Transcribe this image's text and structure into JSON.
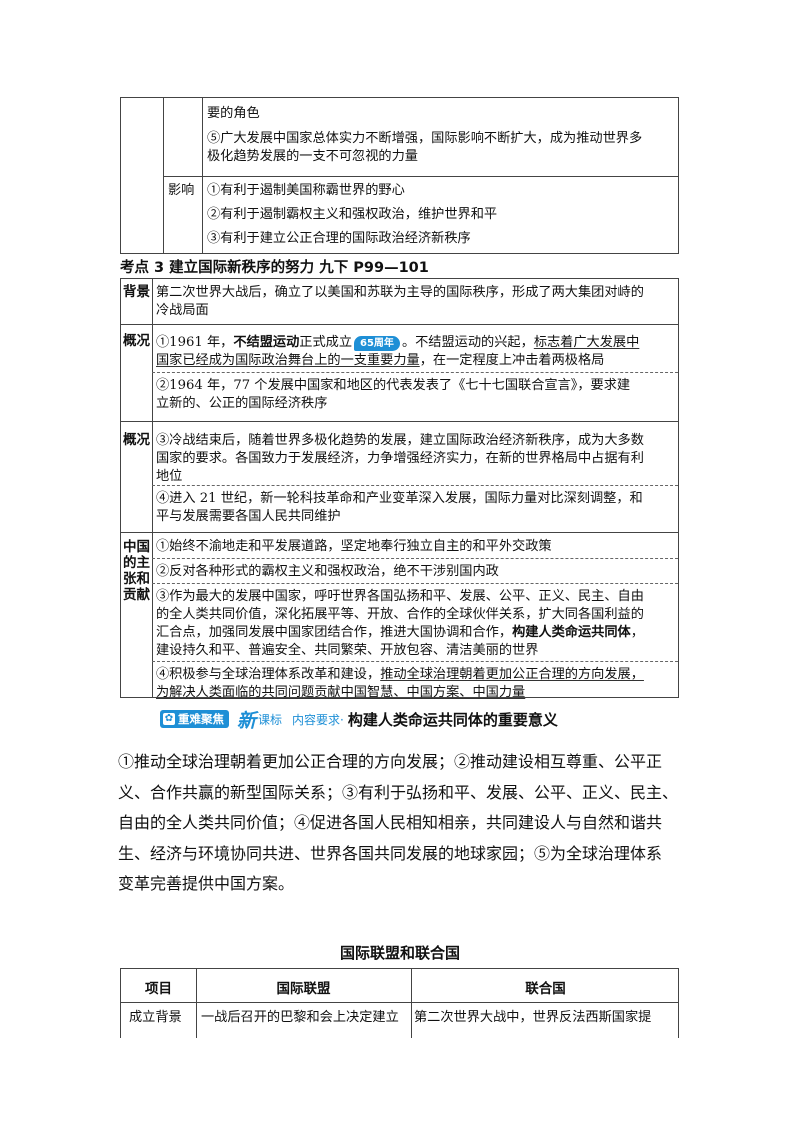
{
  "table_top": {
    "row1_lines": [
      "要的角色",
      "⑤广大发展中国家总体实力不断增强，国际影响不断扩大，成为推动世界多",
      "极化趋势发展的一支不可忽视的力量"
    ],
    "impact_label": "影响",
    "impact_items": [
      "①有利于遏制美国称霸世界的野心",
      "②有利于遏制霸权主义和强权政治，维护世界和平",
      "③有利于建立公正合理的国际政治经济新秩序"
    ]
  },
  "section": {
    "heading": "考点 3  建立国际新秩序的努力  九下 P99—101",
    "rows": {
      "background": {
        "label": "背景",
        "lines": [
          "第二次世界大战后，确立了以美国和苏联为主导的国际秩序，形成了两大集团对峙的",
          "冷战局面"
        ]
      },
      "overview1": {
        "label": "概况",
        "item1_a": "①1961 年，",
        "item1_b": "不结盟运动",
        "item1_c": "正式成立",
        "badge": "65周年",
        "item1_d": "。不结盟运动的兴起，",
        "item1_e": "标志着广大发展中",
        "item1_line2_ul": "国家已经成为国际政治舞台上的一支重要力量",
        "item1_line2_rest": "，在一定程度上冲击着两极格局",
        "item2_lines": [
          "②1964 年，77 个发展中国家和地区的代表发表了《七十七国联合宣言》，要求建",
          "立新的、公正的国际经济秩序"
        ]
      },
      "overview2": {
        "label": "概况",
        "item3_lines": [
          "③冷战结束后，随着世界多极化趋势的发展，建立国际政治经济新秩序，成为大多数",
          "国家的要求。各国致力于发展经济，力争增强经济实力，在新的世界格局中占据有利",
          "地位"
        ],
        "item4_lines": [
          "④进入 21 世纪，新一轮科技革命和产业变革深入发展，国际力量对比深刻调整，和",
          "平与发展需要各国人民共同维护"
        ]
      },
      "china": {
        "label_lines": [
          "中国",
          "的主",
          "张和",
          "贡献"
        ],
        "item1": "①始终不渝地走和平发展道路，坚定地奉行独立自主的和平外交政策",
        "item2": "②反对各种形式的霸权主义和强权政治，绝不干涉别国内政",
        "item3_lines": [
          "③作为最大的发展中国家，呼吁世界各国弘扬和平、发展、公平、正义、民主、自由",
          "的全人类共同价值，深化拓展平等、开放、合作的全球伙伴关系，扩大同各国利益的",
          "汇合点，加强同发展中国家团结合作，推进大国协调和合作，"
        ],
        "item3_bold": "构建人类命运共同体",
        "item3_end": "，",
        "item3_last": "建设持久和平、普遍安全、共同繁荣、开放包容、清洁美丽的世界",
        "item4_a": "④积极参与全球治理体系改革和建设，",
        "item4_b": "推动全球治理朝着更加公正合理的方向发展，",
        "item4_line2": "为解决人类面临的共同问题贡献中国智慧、中国方案、中国力量"
      }
    }
  },
  "focus": {
    "tag": "重难聚焦",
    "xin": "新",
    "kebiao": "课标",
    "req": "内容要求·",
    "title": "构建人类命运共同体的重要意义",
    "para_lines": [
      "①推动全球治理朝着更加公正合理的方向发展；②推动建设相互尊重、公平正",
      "义、合作共赢的新型国际关系；③有利于弘扬和平、发展、公平、正义、民主、",
      "自由的全人类共同价值；④促进各国人民相知相亲，共同建设人与自然和谐共",
      "生、经济与环境协同共进、世界各国共同发展的地球家园；⑤为全球治理体系",
      "变革完善提供中国方案。"
    ]
  },
  "bottom_table": {
    "title": "国际联盟和联合国",
    "headers": [
      "项目",
      "国际联盟",
      "联合国"
    ],
    "row1": [
      "成立背景",
      "一战后召开的巴黎和会上决定建立",
      "第二次世界大战中，世界反法西斯国家提"
    ]
  }
}
